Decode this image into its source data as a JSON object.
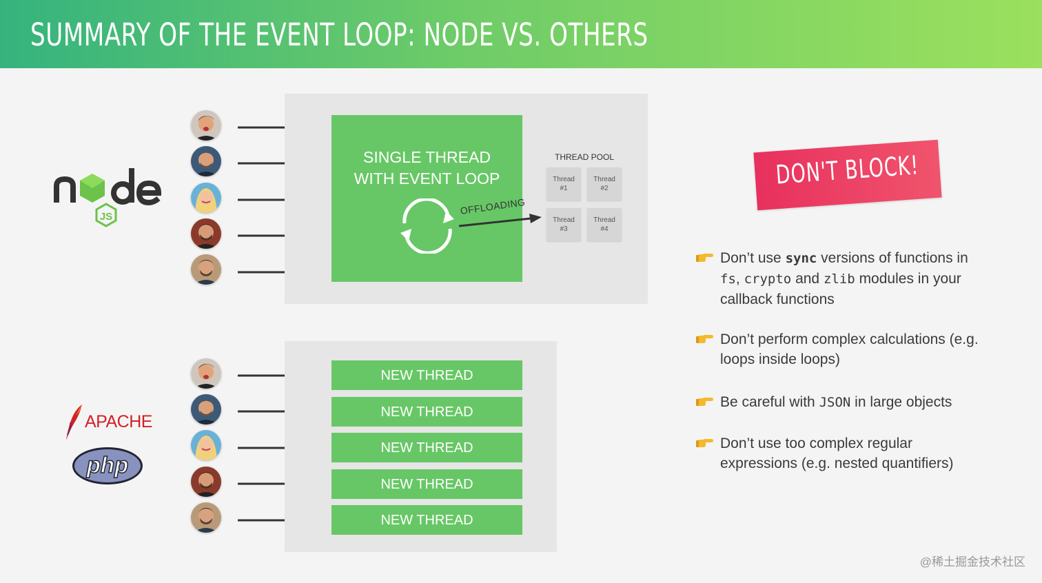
{
  "header": {
    "title": "Summary of the Event Loop: Node vs. Others"
  },
  "node_section": {
    "logo_text": "node",
    "logo_badge": "JS",
    "event_loop_line1": "SINGLE THREAD",
    "event_loop_line2": "WITH EVENT LOOP",
    "offloading_label": "OFFLOADING",
    "thread_pool_title": "THREAD POOL",
    "pool_threads": [
      {
        "label": "Thread",
        "number": "#1"
      },
      {
        "label": "Thread",
        "number": "#2"
      },
      {
        "label": "Thread",
        "number": "#3"
      },
      {
        "label": "Thread",
        "number": "#4"
      }
    ]
  },
  "others_section": {
    "apache_label": "APACHE",
    "php_label": "php",
    "new_threads": [
      "NEW THREAD",
      "NEW THREAD",
      "NEW THREAD",
      "NEW THREAD",
      "NEW THREAD"
    ]
  },
  "stamp": {
    "text": "DON'T BLOCK!"
  },
  "tips": {
    "t1_a": "Don’t use ",
    "t1_sync": "sync",
    "t1_b": " versions of functions in",
    "t1_fs": "fs",
    "t1_comma": ",",
    "t1_crypto": "crypto",
    "t1_and": "and",
    "t1_zlib": "zlib",
    "t1_c": "modules in your callback functions",
    "t2": "Don’t perform complex calculations (e.g. loops inside loops)",
    "t3_a": "Be careful with ",
    "t3_json": "JSON",
    "t3_b": " in large objects",
    "t4": "Don’t use too complex regular expressions (e.g. nested quantifiers)"
  },
  "watermark": "@稀土掘金技术社区",
  "colors": {
    "green": "#67c766",
    "header_gradient_start": "#35b37e",
    "header_gradient_end": "#9be05e",
    "stamp_red": "#e8305e",
    "panel_gray": "#e6e6e6"
  }
}
